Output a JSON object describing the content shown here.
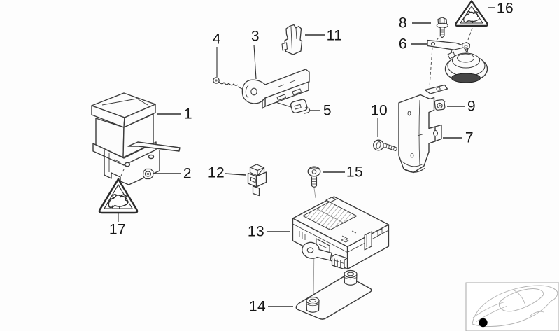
{
  "callouts": [
    {
      "label": "1"
    },
    {
      "label": "2"
    },
    {
      "label": "3"
    },
    {
      "label": "4"
    },
    {
      "label": "5"
    },
    {
      "label": "6"
    },
    {
      "label": "7"
    },
    {
      "label": "8"
    },
    {
      "label": "9"
    },
    {
      "label": "10"
    },
    {
      "label": "11"
    },
    {
      "label": "12"
    },
    {
      "label": "13"
    },
    {
      "label": "14"
    },
    {
      "label": "15"
    },
    {
      "label": "16"
    },
    {
      "label": "17"
    }
  ],
  "colors": {
    "background": "#fdfdfd",
    "line": "#3a3a3a",
    "label": "#161616",
    "muted_line": "#9a9a9a",
    "inset_line": "#b3b3b3",
    "marker": "#000000",
    "horn_base_fill": "#474747"
  },
  "icons": {
    "triangle_large": "bull-warning-triangle-icon",
    "triangle_small": "bull-warning-triangle-icon",
    "inset": "car-location-inset"
  }
}
